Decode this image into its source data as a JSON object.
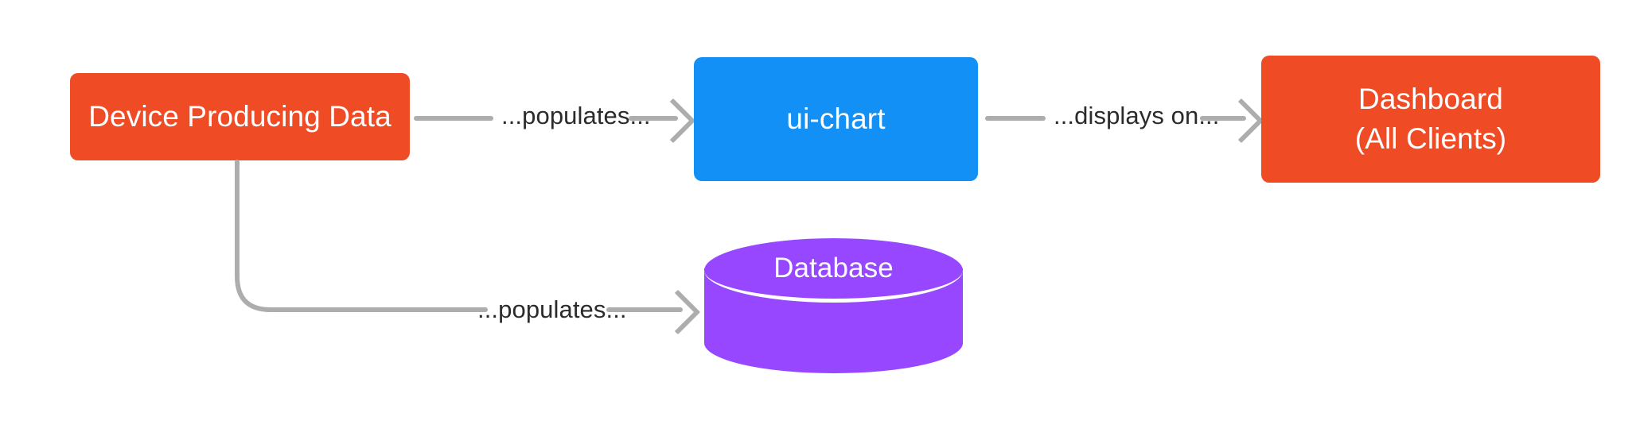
{
  "diagram": {
    "title": "Device data flow diagram",
    "background": "#ffffff",
    "nodes": [
      {
        "id": "device",
        "label": "Device Producing Data",
        "shape": "rounded-rect",
        "color": "#ef4b25",
        "text_color": "#ffffff"
      },
      {
        "id": "uichart",
        "label": "ui-chart",
        "shape": "rounded-rect",
        "color": "#1290f5",
        "text_color": "#ffffff"
      },
      {
        "id": "dashboard",
        "label": "Dashboard\n(All Clients)",
        "line1": "Dashboard",
        "line2": "(All Clients)",
        "shape": "rounded-rect",
        "color": "#ef4b25",
        "text_color": "#ffffff"
      },
      {
        "id": "database",
        "label": "Database",
        "shape": "cylinder",
        "color": "#9747ff",
        "text_color": "#ffffff"
      }
    ],
    "edges": [
      {
        "id": "device-to-uichart",
        "from": "device",
        "to": "uichart",
        "label": "...populates...",
        "color": "#adadad",
        "arrowhead": "open-chevron"
      },
      {
        "id": "uichart-to-dashboard",
        "from": "uichart",
        "to": "dashboard",
        "label": "...displays on...",
        "color": "#adadad",
        "arrowhead": "open-chevron"
      },
      {
        "id": "device-to-database",
        "from": "device",
        "to": "database",
        "label": "...populates...",
        "color": "#adadad",
        "arrowhead": "open-chevron",
        "routing": "elbow"
      }
    ]
  }
}
